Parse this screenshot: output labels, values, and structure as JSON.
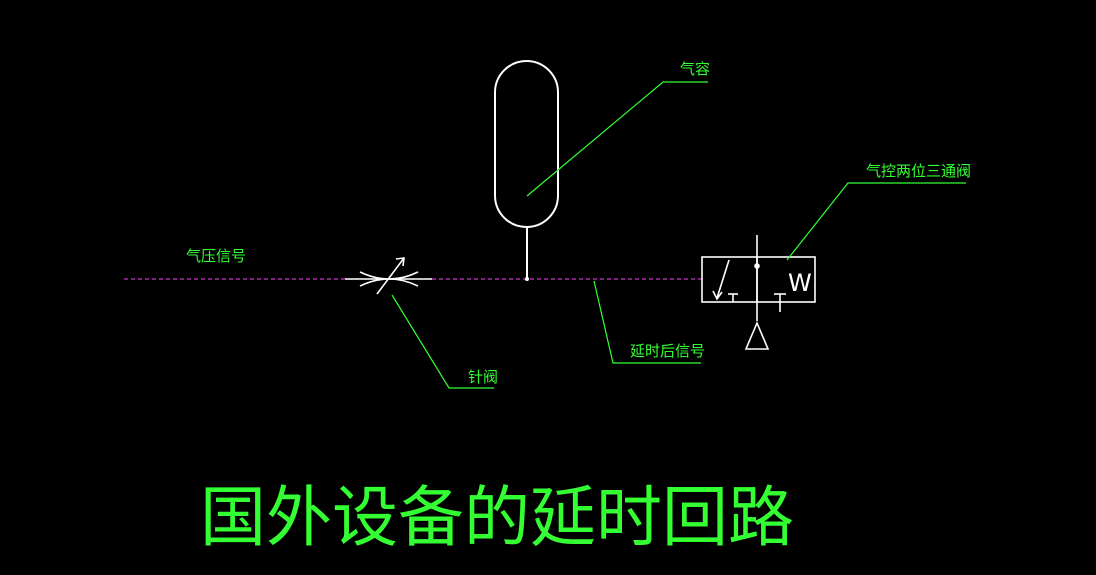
{
  "labels": {
    "air_pressure_signal": "气压信号",
    "air_receiver": "气容",
    "pilot_3_2_valve": "气控两位三通阀",
    "needle_valve": "针阀",
    "delayed_signal": "延时后信号",
    "spring_symbol": "W"
  },
  "title": "国外设备的延时回路",
  "colors": {
    "background": "#000000",
    "symbol": "#ffffff",
    "leader": "#33ff33",
    "text": "#33ff33",
    "signal_line": "#cc33cc"
  }
}
